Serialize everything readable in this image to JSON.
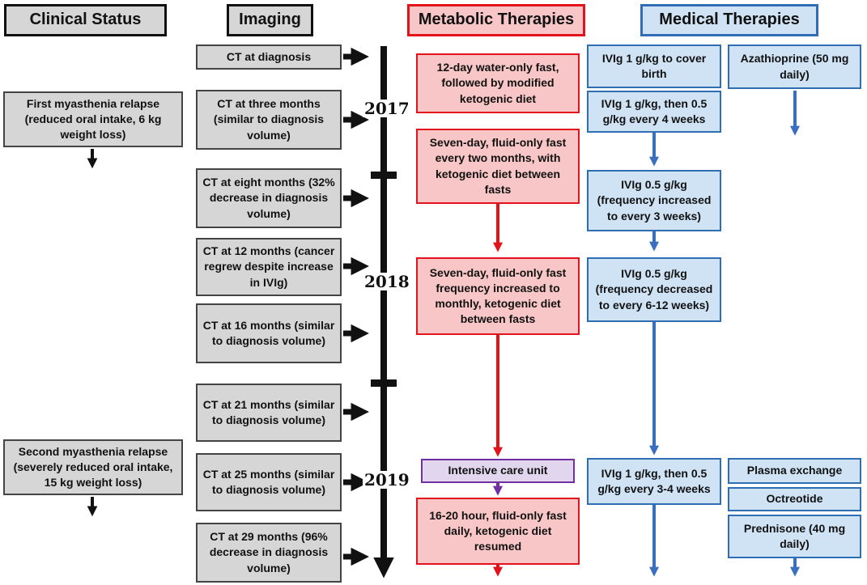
{
  "headers": {
    "clinical": "Clinical Status",
    "imaging": "Imaging",
    "metabolic": "Metabolic Therapies",
    "medical": "Medical Therapies"
  },
  "years": [
    "2017",
    "2018",
    "2019"
  ],
  "clinical": [
    "First myasthenia relapse (reduced oral intake, 6 kg weight loss)",
    "Second myasthenia relapse (severely reduced oral intake, 15 kg weight loss)"
  ],
  "imaging": [
    "CT at diagnosis",
    "CT at three months (similar to diagnosis volume)",
    "CT at eight months (32% decrease in diagnosis volume)",
    "CT at 12 months (cancer regrew despite increase in IVIg)",
    "CT at 16 months (similar to diagnosis volume)",
    "CT at 21 months (similar to diagnosis volume)",
    "CT at 25 months (similar to diagnosis volume)",
    "CT at 29 months (96% decrease in diagnosis volume)"
  ],
  "metabolic": [
    "12-day water-only fast, followed by modified ketogenic diet",
    "Seven-day, fluid-only fast every two months, with ketogenic diet between fasts",
    "Seven-day, fluid-only fast frequency increased to monthly, ketogenic diet between fasts",
    "Intensive care unit",
    "16-20 hour, fluid-only fast daily, ketogenic diet resumed"
  ],
  "medical": [
    "IVIg 1 g/kg to cover birth",
    "IVIg 1 g/kg, then 0.5 g/kg every 4 weeks",
    "IVIg 0.5 g/kg (frequency increased to every 3 weeks)",
    "IVIg 0.5 g/kg (frequency decreased to every 6-12 weeks)",
    "IVIg 1 g/kg, then 0.5 g/kg every 3-4 weeks"
  ],
  "medical_right": [
    "Azathioprine (50 mg daily)",
    "Plasma exchange",
    "Octreotide",
    "Prednisone (40 mg daily)"
  ],
  "colors": {
    "gray_fill": "#d6d6d6",
    "metabolic_fill": "#f8c6c6",
    "metabolic_accent": "#e3131b",
    "medical_fill": "#cfe3f5",
    "medical_accent": "#2f6db5",
    "icu_fill": "#e2d6ee",
    "icu_accent": "#7030a0"
  }
}
